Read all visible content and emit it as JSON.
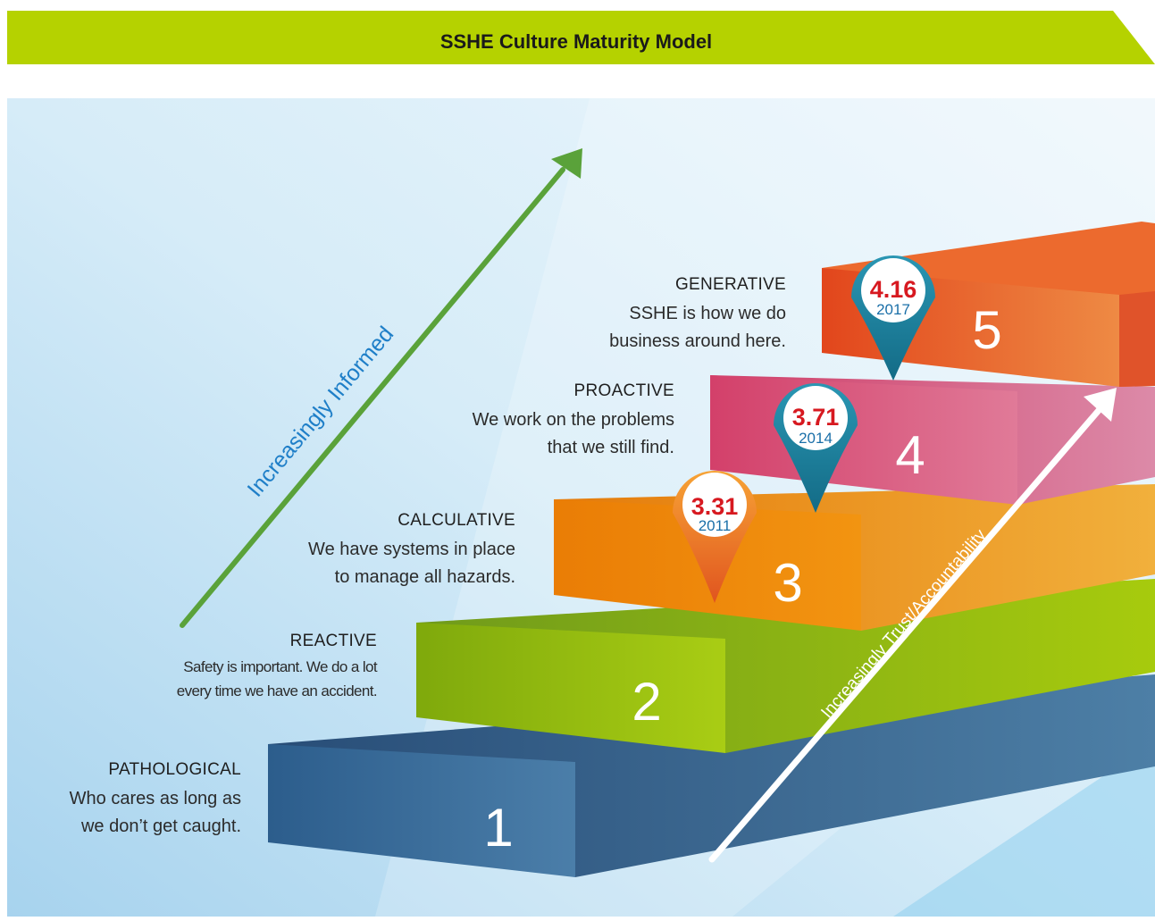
{
  "header": {
    "title": "SSHE Culture Maturity Model",
    "color": "#b5d200"
  },
  "axes": {
    "informed_label": "Increasingly Informed",
    "trust_label": "Increasingly Trust/Accountability"
  },
  "levels": [
    {
      "number": "1",
      "title": "PATHOLOGICAL",
      "desc_lines": [
        "Who cares as long as",
        "we don’t get caught."
      ],
      "color": "#35628e"
    },
    {
      "number": "2",
      "title": "REACTIVE",
      "desc_lines": [
        "Safety is important. We do a lot",
        "every time we have an accident."
      ],
      "color": "#8ab70f"
    },
    {
      "number": "3",
      "title": "CALCULATIVE",
      "desc_lines": [
        "We have systems in place",
        "to manage all hazards."
      ],
      "color": "#ef8a0c"
    },
    {
      "number": "4",
      "title": "PROACTIVE",
      "desc_lines": [
        "We work on the problems",
        "that we still find."
      ],
      "color": "#d9507a"
    },
    {
      "number": "5",
      "title": "GENERATIVE",
      "desc_lines": [
        "SSHE is how we do",
        "business around here."
      ],
      "color": "#e8592a"
    }
  ],
  "markers": [
    {
      "score": "3.31",
      "year": "2011",
      "pin_color": "#f08a2b"
    },
    {
      "score": "3.71",
      "year": "2014",
      "pin_color": "#1d7f9c"
    },
    {
      "score": "4.16",
      "year": "2017",
      "pin_color": "#1d7f9c"
    }
  ]
}
